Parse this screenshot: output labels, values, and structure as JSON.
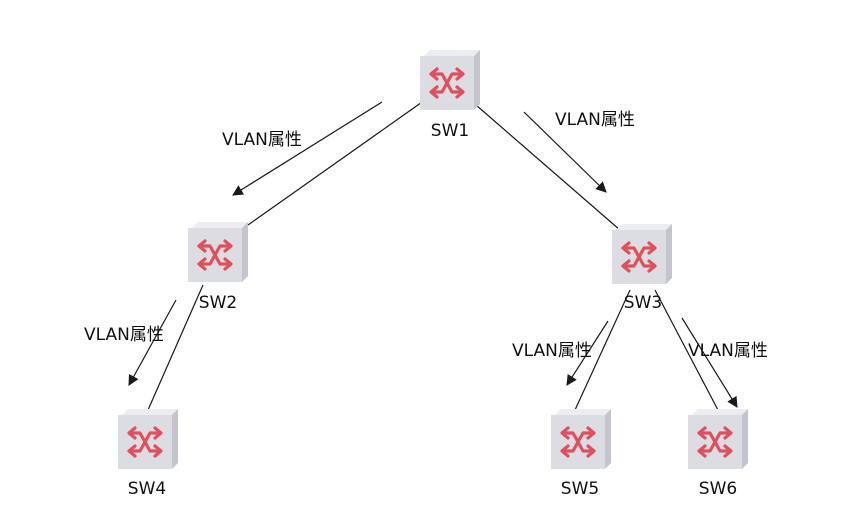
{
  "diagram": {
    "nodes": [
      {
        "id": "sw1",
        "label": "SW1",
        "icon": "network-switch-icon"
      },
      {
        "id": "sw2",
        "label": "SW2",
        "icon": "network-switch-icon"
      },
      {
        "id": "sw3",
        "label": "SW3",
        "icon": "network-switch-icon"
      },
      {
        "id": "sw4",
        "label": "SW4",
        "icon": "network-switch-icon"
      },
      {
        "id": "sw5",
        "label": "SW5",
        "icon": "network-switch-icon"
      },
      {
        "id": "sw6",
        "label": "SW6",
        "icon": "network-switch-icon"
      }
    ],
    "links": [
      {
        "from": "sw1",
        "to": "sw2",
        "label": "VLAN属性"
      },
      {
        "from": "sw1",
        "to": "sw3",
        "label": "VLAN属性"
      },
      {
        "from": "sw2",
        "to": "sw4",
        "label": "VLAN属性"
      },
      {
        "from": "sw3",
        "to": "sw5",
        "label": "VLAN属性"
      },
      {
        "from": "sw3",
        "to": "sw6",
        "label": "VLAN属性"
      }
    ],
    "colors": {
      "switch_face": "#dcdce3",
      "switch_side": "#c4c4cc",
      "switch_top": "#ececf2",
      "switch_symbol": "#e0505c",
      "line": "#1a1a1a"
    }
  }
}
